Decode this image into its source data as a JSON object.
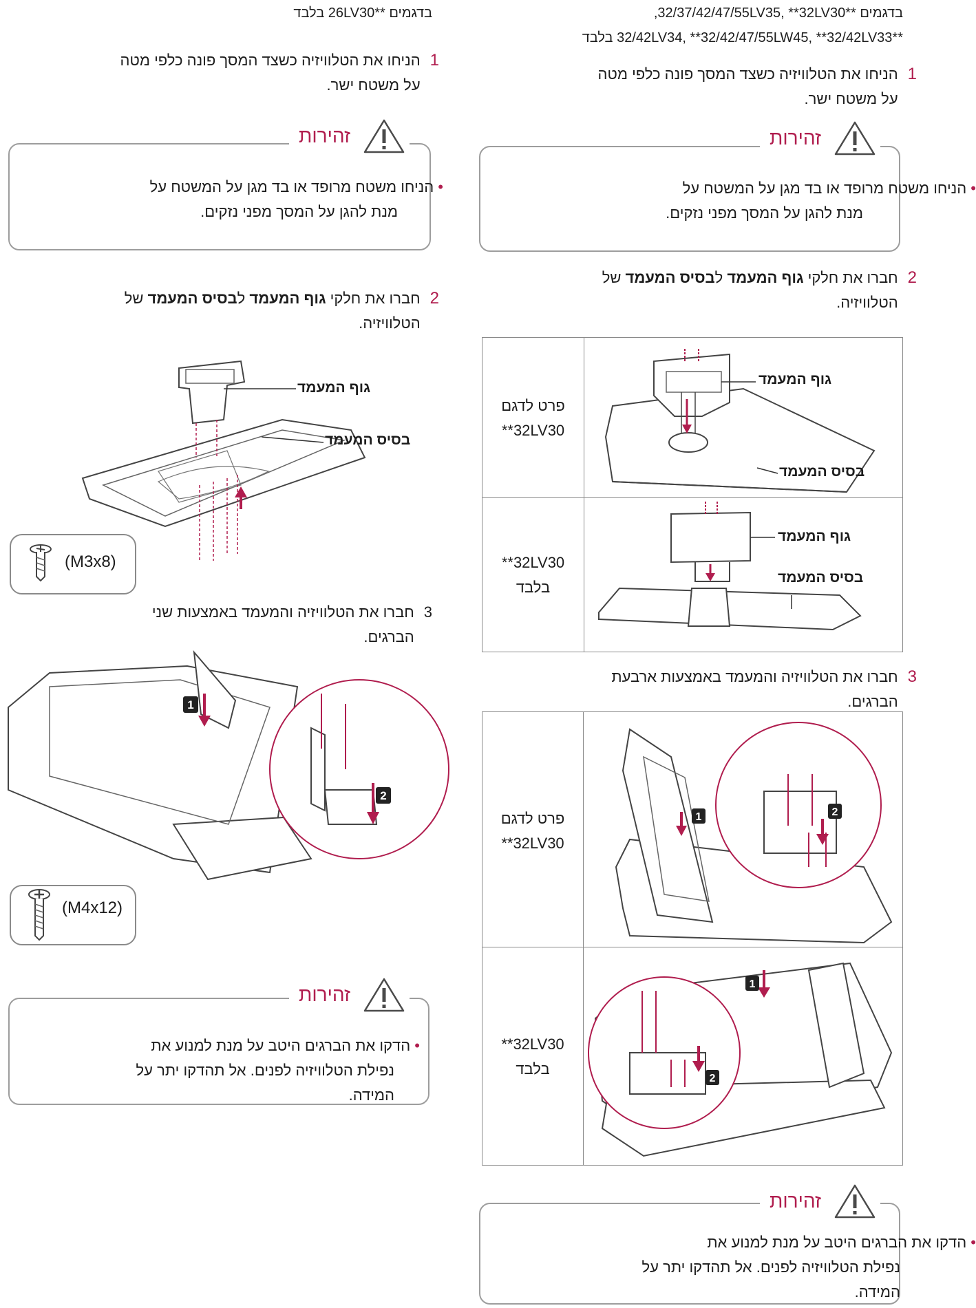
{
  "right_column": {
    "models_line1": "בדגמים **32/37/42/47/55LV35, **32LV30,",
    "models_line2": "**32/42LV34, **32/42/47/55LW45, **32/42LV33 בלבד",
    "step1": {
      "num": "1",
      "line1": "הניחו את הטלוויזיה כשצד המסך פונה כלפי מטה",
      "line2": "על משטח ישר."
    },
    "caution1": {
      "title": "זהירות",
      "line1": "הניחו משטח מרופד או בד מגן על המשטח על",
      "line2": "מנת להגן על המסך מפני נזקים."
    },
    "step2": {
      "num": "2",
      "pre": "חברו את חלקי ",
      "b1": "גוף המעמד",
      "mid": " ל",
      "b2": "בסיס המעמד",
      "post": " של",
      "line2": "הטלוויזיה."
    },
    "table1": {
      "row1_label_l1": "פרט לדגם",
      "row1_label_l2": "**32LV30",
      "row2_label_l1": "**32LV30",
      "row2_label_l2": "בלבד",
      "row1_body": "גוף המעמד",
      "row1_base": "בסיס המעמד",
      "row2_body": "גוף המעמד",
      "row2_base": "בסיס המעמד"
    },
    "step3": {
      "num": "3",
      "line1": "חברו את הטלוויזיה והמעמד באמצעות ארבעת",
      "line2": "הברגים."
    },
    "table2": {
      "row1_label_l1": "פרט לדגם",
      "row1_label_l2": "**32LV30",
      "row2_label_l1": "**32LV30",
      "row2_label_l2": "בלבד",
      "badge1": "1",
      "badge2": "2"
    },
    "caution2": {
      "title": "זהירות",
      "line1": "הדקו את הברגים היטב על מנת למנוע את",
      "line2": "נפילת הטלוויזיה לפנים. אל תהדקו יתר על",
      "line3": "המידה."
    }
  },
  "left_column": {
    "models_line1": "בדגמים **26LV30 בלבד",
    "step1": {
      "num": "1",
      "line1": "הניחו את הטלוויזיה כשצד המסך פונה כלפי מטה",
      "line2": "על משטח ישר."
    },
    "caution1": {
      "title": "זהירות",
      "line1": "הניחו משטח מרופד או בד מגן על המשטח על",
      "line2": "מנת להגן על המסך מפני נזקים."
    },
    "step2": {
      "num": "2",
      "pre": "חברו את חלקי ",
      "b1": "גוף המעמד",
      "mid": " ל",
      "b2": "בסיס המעמד",
      "post": " של",
      "line2": "הטלוויזיה."
    },
    "fig2": {
      "body": "גוף המעמד",
      "base": "בסיס המעמד",
      "screw": "(M3x8)"
    },
    "step3": {
      "num": "3",
      "line1": "חברו את הטלוויזיה והמעמד באמצעות שני",
      "line2": "הברגים."
    },
    "fig3": {
      "badge1": "1",
      "badge2": "2",
      "screw": "(M4x12)"
    },
    "caution2": {
      "title": "זהירות",
      "line1": "הדקו את הברגים היטב על מנת למנוע את",
      "line2": "נפילת הטלוויזיה לפנים. אל תהדקו יתר על",
      "line3": "המידה."
    }
  },
  "icons": {
    "warning": "warning-triangle-icon",
    "screw": "screw-icon",
    "arrow": "arrow-icon"
  },
  "colors": {
    "accent": "#b01d4e",
    "frame": "#8a8a8a"
  }
}
